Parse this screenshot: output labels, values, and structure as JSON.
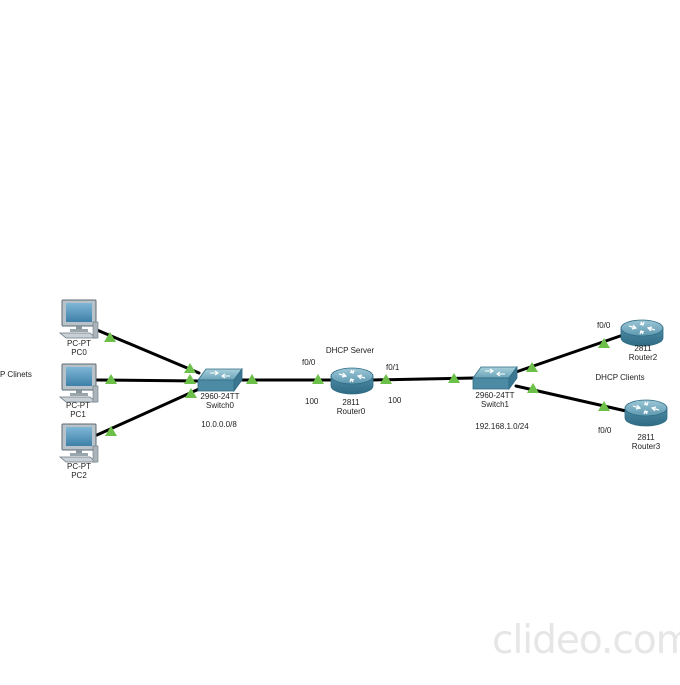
{
  "devices": {
    "pc0": {
      "model": "PC-PT",
      "name": "PC0"
    },
    "pc1": {
      "model": "PC-PT",
      "name": "PC1"
    },
    "pc2": {
      "model": "PC-PT",
      "name": "PC2"
    },
    "switch0": {
      "model": "2960-24TT",
      "name": "Switch0"
    },
    "router0": {
      "model": "2811",
      "name": "Router0"
    },
    "switch1": {
      "model": "2960-24TT",
      "name": "Switch1"
    },
    "router2": {
      "model": "2811",
      "name": "Router2"
    },
    "router3": {
      "model": "2811",
      "name": "Router3"
    }
  },
  "notes": {
    "left_clients": "P Clinets",
    "dhcp_server": "DHCP Server",
    "dhcp_clients": "DHCP Clients",
    "network_left": "10.0.0.0/8",
    "network_right": "192.168.1.0/24"
  },
  "interfaces": {
    "router0_left": "f0/0",
    "router0_right": "f0/1",
    "router0_left_vlan": "100",
    "router0_right_vlan": "100",
    "router2_port": "f0/0",
    "router3_port": "f0/0"
  },
  "watermark": "clideo.com",
  "colors": {
    "link": "#000000",
    "link_status_up": "#6cc04a",
    "router_body": "#4d8aa3",
    "switch_body": "#4d8aa3",
    "pc_screen": "#4a90b8"
  }
}
